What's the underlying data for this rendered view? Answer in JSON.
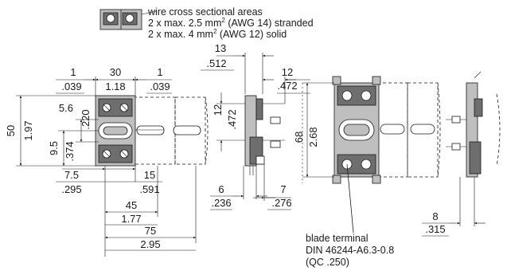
{
  "wire_note": {
    "title": "wire cross sectional areas",
    "line1_prefix": "2 x max. 2.5 mm",
    "line1_sup": "2",
    "line1_suffix": " (AWG 14) stranded",
    "line2_prefix": "2 x max. 4 mm",
    "line2_sup": "2",
    "line2_suffix": " (AWG 12) solid"
  },
  "front_view": {
    "top_left_mm": "1",
    "top_left_in": ".039",
    "width_mm": "30",
    "width_in": "1.18",
    "top_right_mm": "1",
    "top_right_in": ".039",
    "height_mm": "50",
    "height_in": "1.97",
    "slot_mm": "5.6",
    "slot_in": ".220",
    "lower_mm": "9.5",
    "lower_in": ".374",
    "offset_left_mm": "7.5",
    "offset_left_in": ".295",
    "offset_mid_mm": "15",
    "offset_mid_in": ".591",
    "pitch_mm": "45",
    "pitch_in": "1.77",
    "pitch2_mm": "75",
    "pitch2_in": "2.95"
  },
  "side_view": {
    "depth_mm": "13",
    "depth_in": ".512",
    "right_mm": "12",
    "right_in": ".472",
    "vert_mm": "12",
    "vert_in": ".472",
    "bottom_mm": "6",
    "bottom_in": ".236",
    "bottom_right_mm": "7",
    "bottom_right_in": ".276"
  },
  "assembly_view": {
    "height_mm": "68",
    "height_in": "2.68",
    "bottom_mm": "8",
    "bottom_in": ".315"
  },
  "blade_note": {
    "line1": "blade terminal",
    "line2": "DIN 46244-A6.3-0.8",
    "line3": "(QC .250)"
  }
}
